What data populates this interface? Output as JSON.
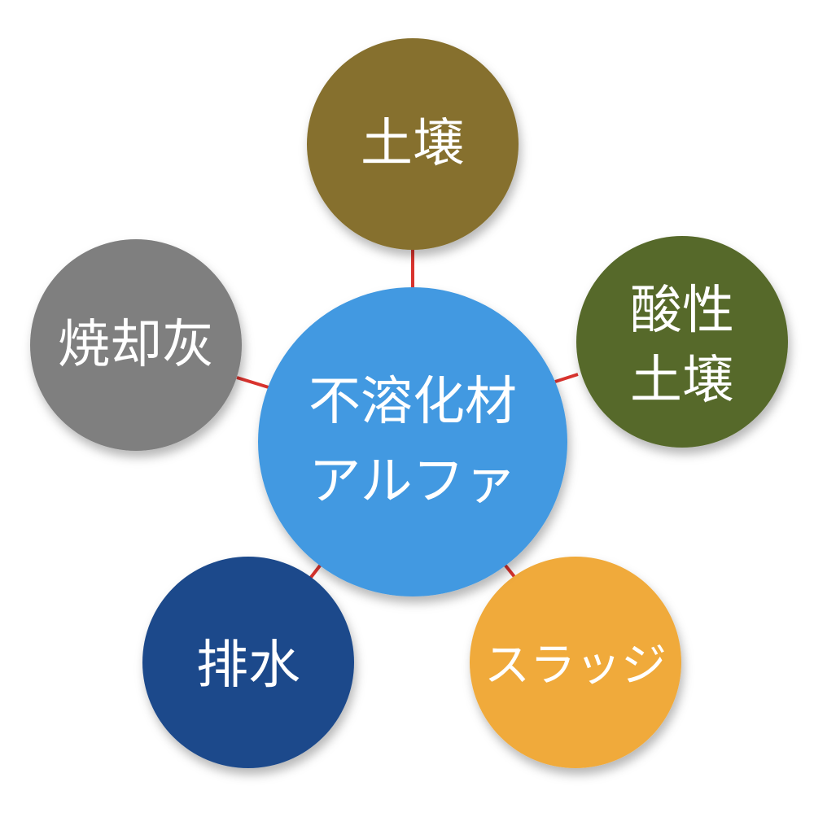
{
  "colors": {
    "background": "#ffffff",
    "connector": "#d9332e",
    "center": "#4299e1",
    "soil": "#86702e",
    "acidic_soil": "#57692b",
    "sludge": "#f0aa3b",
    "wastewater": "#1d4a8b",
    "incineration_ash": "#7f7f7f"
  },
  "center": {
    "line1": "不溶化材",
    "line2": "アルファ"
  },
  "nodes": {
    "soil": {
      "label": "土壌"
    },
    "acidic_soil": {
      "line1": "酸性",
      "line2": "土壌"
    },
    "sludge": {
      "label": "スラッジ"
    },
    "wastewater": {
      "label": "排水"
    },
    "incineration_ash": {
      "label": "焼却灰"
    }
  }
}
